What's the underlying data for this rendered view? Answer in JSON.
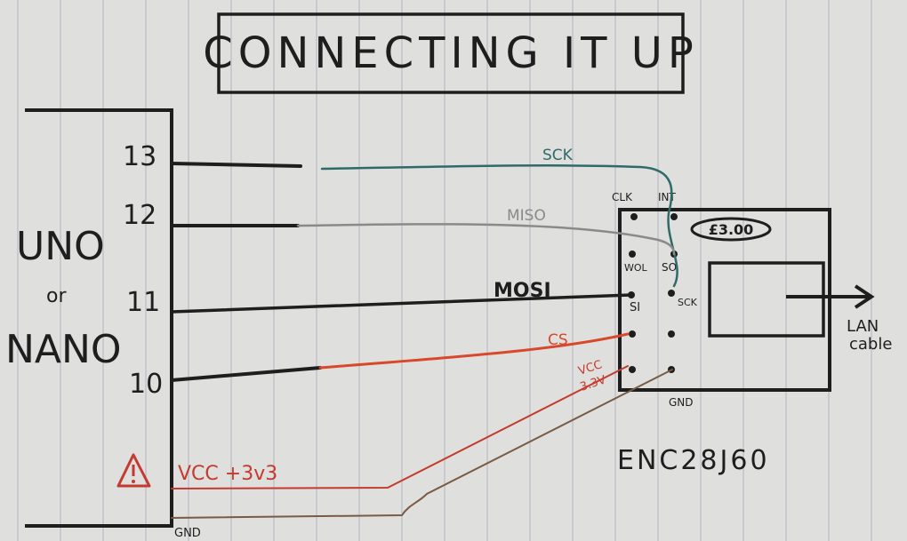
{
  "title": "CONNECTING IT UP",
  "board": {
    "label_line1": "UNO",
    "label_line2": "or",
    "label_line3": "NANO",
    "pins": [
      "13",
      "12",
      "11",
      "10"
    ]
  },
  "wires": {
    "sck": "SCK",
    "miso": "MISO",
    "mosi": "MOSI",
    "cs": "CS",
    "vcc_module_line1": "VCC",
    "vcc_module_line2": "3.3V",
    "vcc_board": "VCC +3v3",
    "gnd_board": "GND"
  },
  "module": {
    "name": "ENC28J60",
    "price": "£3.00",
    "pins": {
      "clk": "CLK",
      "int": "INT",
      "wol": "WOL",
      "so": "SO",
      "si": "SI",
      "sck": "SCK",
      "gnd": "GND"
    },
    "lan_label_line1": "LAN",
    "lan_label_line2": "cable"
  },
  "colors": {
    "paper": "#dfe0dd",
    "ruling": "#b9bcc6",
    "ink_black": "#1e1e1e",
    "sck_teal": "#2f6a6a",
    "miso_grey": "#8a8a8a",
    "cs_orange": "#d8482a",
    "vcc_red": "#c43a2f",
    "gnd_brown": "#7a5a45"
  },
  "icons": [
    "warning-triangle-icon",
    "arrow-right-icon"
  ]
}
